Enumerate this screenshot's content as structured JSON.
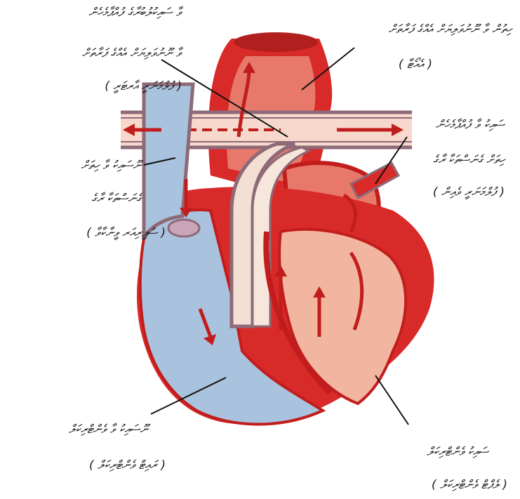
{
  "colors": {
    "background": "#ffffff",
    "blood_oxygenated": "#d92a2a",
    "blood_deoxygenated": "#a9c2dd",
    "chamber_light": "#f2b5a0",
    "vessel_dark": "#8e6a78",
    "text": "#1a1a1a"
  },
  "labels": {
    "top_left_line1": "ވާ ސައިކުލުބުރާގެ ފުއްޕާމެހެން",
    "top_left_line2": "ވާ ނޫނުވަލިޔަށް އެއްގެ ފަރާތަށް",
    "top_left_line3": "( ފުލްމަނަރީ އާރޓަރީ )",
    "top_right_line1": "ހިތުން ވާ ނޫނުވަލިޔަށް އެއްގެ ފަރާތަށް",
    "top_right_line2": "( އެއޯޓާ )",
    "left_mid_line1": "ނޫސައިކު ވާ ހިތަށް",
    "left_mid_line2": "ގެނަސްތަކާ ރާގެ",
    "left_mid_line3": "( ސުޕީރިއަރ ވީނާކާވާ )",
    "right_mid_line1": "ސައިކު ވާ ފުއްޕާމެހެން",
    "right_mid_line2": "ހިތަށް ގެނަސްތަކާ ރާގެ",
    "right_mid_line3": "( ފުލްމަނަރީ ވެއިން )",
    "bottom_left_line1": "ނޫސައިކު ވާ ވެންޓްރިކަލް",
    "bottom_left_line2": "( ރައިޓް ވެންޓްރިކަލް )",
    "bottom_right_line1": "ސައިކު ވެންޓްރިކަލް",
    "bottom_right_line2": "( ލެފްޓް ވެންޓްރިކަލް )"
  }
}
